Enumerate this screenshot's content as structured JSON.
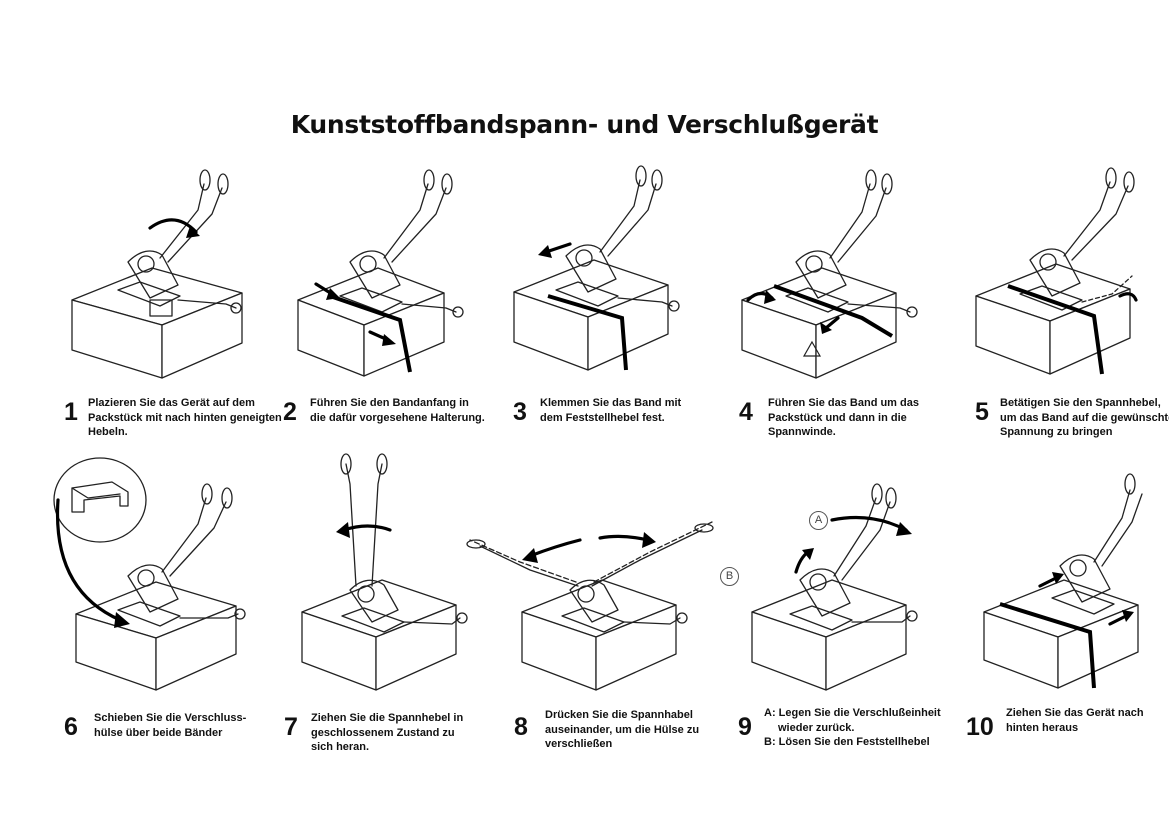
{
  "title": "Kunststoffbandspann- und Verschlußgerät",
  "steps": [
    {
      "number": "1",
      "lines": [
        "Plazieren Sie das Gerät auf dem",
        "Packstück mit nach hinten geneigten",
        "Hebeln."
      ]
    },
    {
      "number": "2",
      "lines": [
        "Führen Sie den Bandanfang in",
        "die dafür vorgesehene Halterung."
      ]
    },
    {
      "number": "3",
      "lines": [
        "Klemmen Sie das Band mit",
        "dem Feststellhebel fest."
      ]
    },
    {
      "number": "4",
      "lines": [
        "Führen Sie das Band um das",
        "Packstück und dann in die",
        "Spannwinde."
      ]
    },
    {
      "number": "5",
      "lines": [
        "Betätigen Sie den Spannhebel,",
        "um das Band auf die gewünschte",
        "Spannung zu bringen"
      ]
    },
    {
      "number": "6",
      "lines": [
        "Schieben Sie die Verschluss-",
        "hülse über beide Bänder"
      ]
    },
    {
      "number": "7",
      "lines": [
        "Ziehen Sie die Spannhebel in",
        "geschlossenem Zustand zu",
        "sich heran."
      ]
    },
    {
      "number": "8",
      "lines": [
        "Drücken Sie die Spannhabel",
        "auseinander, um die Hülse zu",
        "verschließen"
      ]
    },
    {
      "number": "9",
      "lines": [
        "A: Legen Sie die Verschlußeinheit",
        "wieder zurück.",
        "B: Lösen Sie den Feststellhebel"
      ]
    },
    {
      "number": "10",
      "lines": [
        "Ziehen Sie das Gerät nach",
        "hinten heraus"
      ]
    }
  ],
  "labels": {
    "a": "A",
    "b": "B"
  }
}
